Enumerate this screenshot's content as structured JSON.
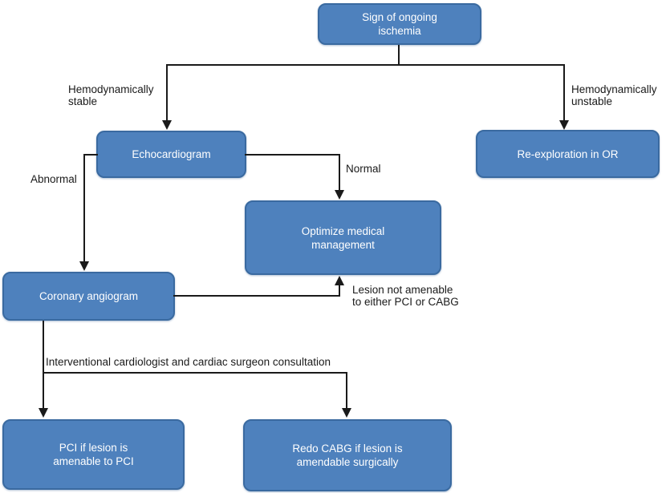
{
  "flowchart": {
    "nodes": {
      "sign": {
        "label": "Sign of ongoing\nischemia"
      },
      "echo": {
        "label": "Echocardiogram"
      },
      "reexploration": {
        "label": "Re-exploration in OR"
      },
      "optimize": {
        "label": "Optimize medical\nmanagement"
      },
      "coronary": {
        "label": "Coronary angiogram"
      },
      "pci": {
        "label": "PCI if lesion is\namenable to PCI"
      },
      "redo_cabg": {
        "label": "Redo CABG if lesion is\namendable surgically"
      }
    },
    "edge_labels": {
      "stable": "Hemodynamically\nstable",
      "unstable": "Hemodynamically\nunstable",
      "abnormal": "Abnormal",
      "normal": "Normal",
      "lesion_not_amenable": "Lesion not amenable\nto either PCI or CABG",
      "consultation": "Interventional cardiologist and cardiac surgeon consultation"
    },
    "colors": {
      "node_fill": "#4e81bd",
      "node_border": "#3a6aa0",
      "node_text": "#ffffff",
      "line": "#1a1a1a",
      "label_text": "#1a1a1a",
      "background": "#ffffff"
    }
  }
}
